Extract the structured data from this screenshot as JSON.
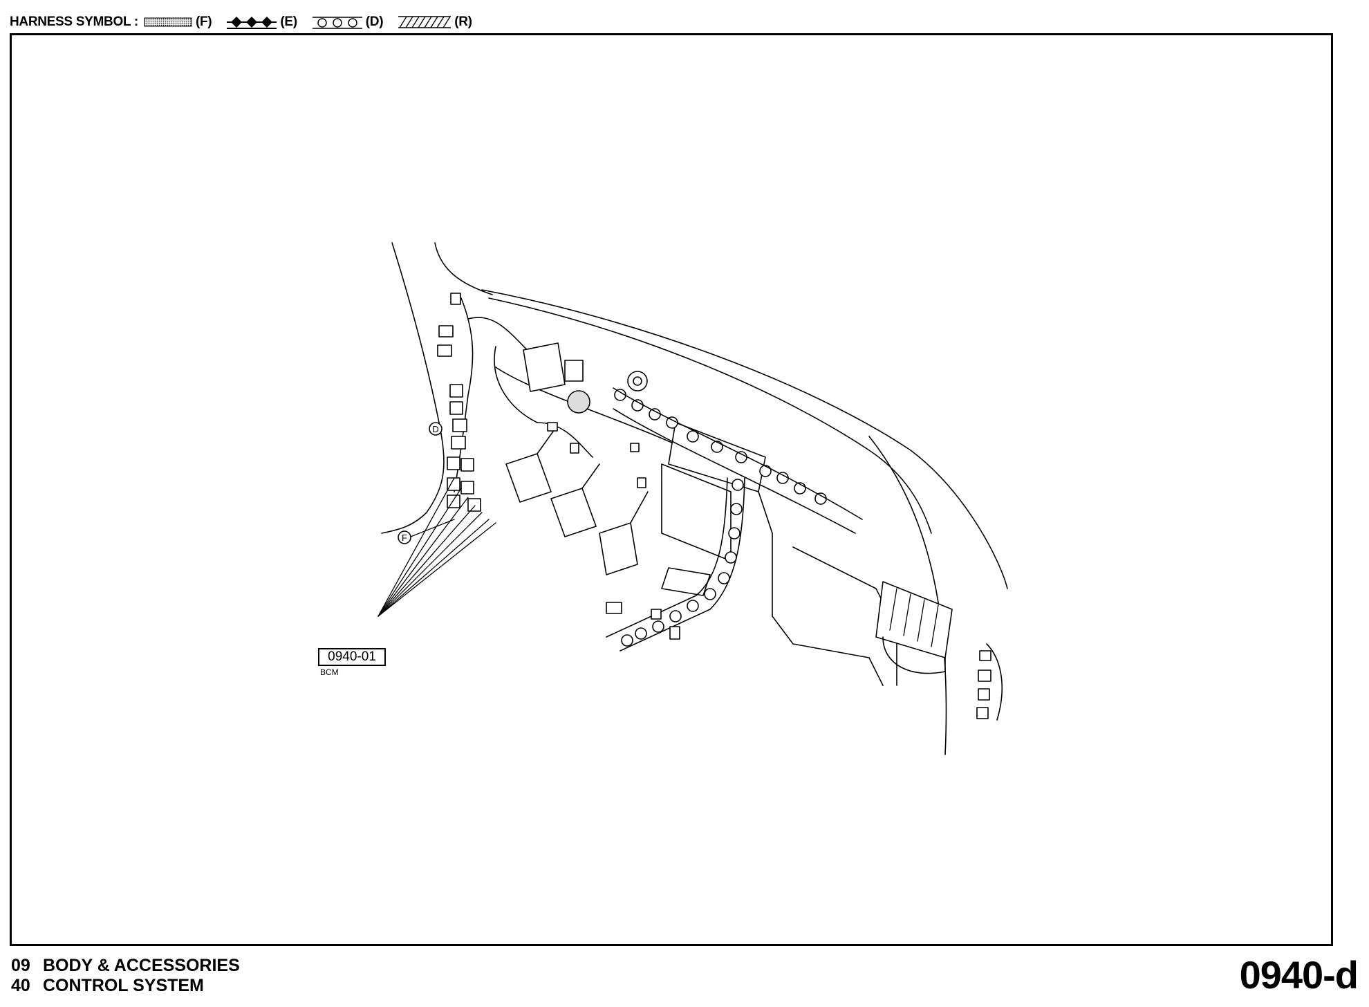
{
  "legend": {
    "title": "HARNESS SYMBOL :",
    "items": [
      {
        "code": "(F)",
        "symbol": "dotted-fill-bar"
      },
      {
        "code": "(E)",
        "symbol": "diamond-chain"
      },
      {
        "code": "(D)",
        "symbol": "circle-chain"
      },
      {
        "code": "(R)",
        "symbol": "hatched-bar"
      }
    ]
  },
  "diagram": {
    "callout": {
      "code": "0940-01",
      "label": "BCM"
    },
    "harness_markers": [
      "D",
      "F"
    ]
  },
  "footer": {
    "sections": [
      {
        "number": "09",
        "label": "BODY & ACCESSORIES"
      },
      {
        "number": "40",
        "label": "CONTROL SYSTEM"
      }
    ],
    "page_code": "0940-d"
  }
}
